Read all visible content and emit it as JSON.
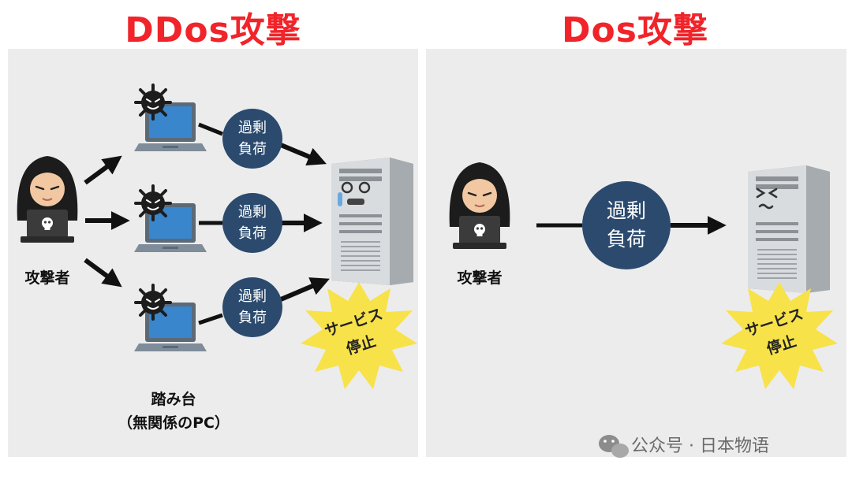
{
  "titles": {
    "ddos": "DDos攻撃",
    "dos": "Dos攻撃"
  },
  "ddos": {
    "attacker_label": "攻撃者",
    "bubbles": [
      {
        "line1": "過剰",
        "line2": "負荷"
      },
      {
        "line1": "過剰",
        "line2": "負荷"
      },
      {
        "line1": "過剰",
        "line2": "負荷"
      }
    ],
    "stepping_label_1": "踏み台",
    "stepping_label_2": "（無関係のPC）",
    "burst_line1": "サービス",
    "burst_line2": "停止"
  },
  "dos": {
    "attacker_label": "攻撃者",
    "bubble": {
      "line1": "過剰",
      "line2": "負荷"
    },
    "burst_line1": "サービス",
    "burst_line2": "停止"
  },
  "watermark": "公众号 · 日本物语",
  "colors": {
    "title_red": "#f0242a",
    "panel_bg": "#ececec",
    "bubble_navy": "#2b4a6e",
    "burst_yellow": "#f7e24a",
    "laptop_blue": "#3a86cc"
  },
  "icons": [
    "hooded-attacker-icon",
    "laptop-icon",
    "virus-icon",
    "server-icon",
    "burst-icon",
    "wechat-icon"
  ]
}
